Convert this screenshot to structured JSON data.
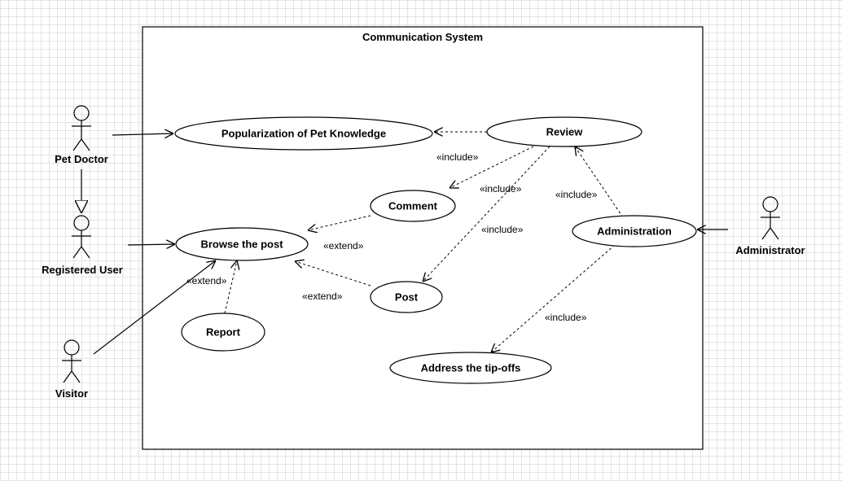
{
  "system": {
    "title": "Communication System"
  },
  "actors": {
    "pet_doctor": "Pet Doctor",
    "registered_user": "Registered User",
    "visitor": "Visitor",
    "administrator": "Administrator"
  },
  "use_cases": {
    "popularization": "Popularization of Pet Knowledge",
    "review": "Review",
    "comment": "Comment",
    "browse": "Browse the post",
    "administration": "Administration",
    "post": "Post",
    "report": "Report",
    "tipoffs": "Address the tip-offs"
  },
  "relations": {
    "review_include_comment": "«include»",
    "review_include_post": "«include»",
    "admin_include_review": "«include»",
    "admin_include_tipoffs": "«include»",
    "comment_extend_browse": "«extend»",
    "post_extend_browse": "«extend»",
    "report_extend_browse": "«extend»"
  }
}
